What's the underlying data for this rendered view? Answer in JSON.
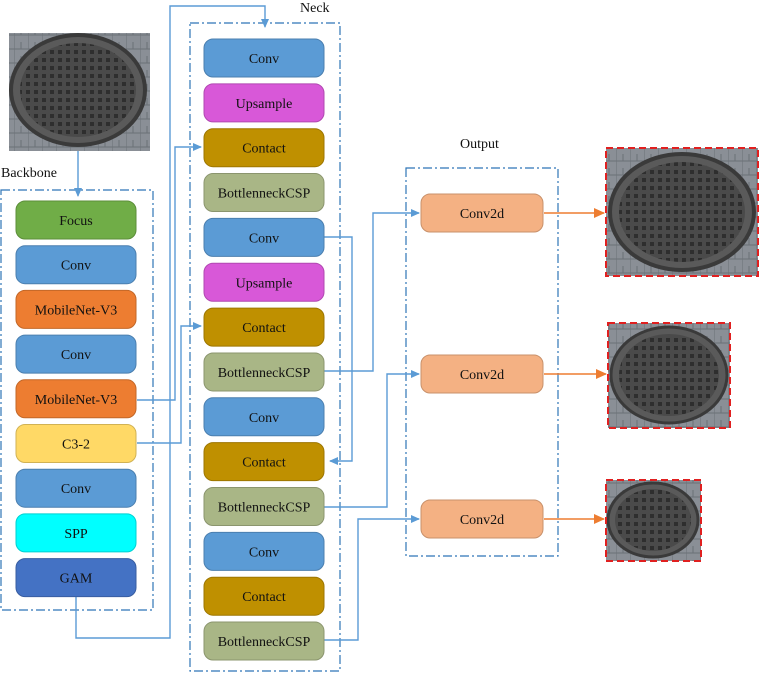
{
  "labels": {
    "backbone": "Backbone",
    "neck": "Neck",
    "output": "Output"
  },
  "backbone": {
    "items": [
      {
        "label": "Focus",
        "color": "#70ad47"
      },
      {
        "label": "Conv",
        "color": "#5b9bd5"
      },
      {
        "label": "MobileNet-V3",
        "color": "#ed7d31"
      },
      {
        "label": "Conv",
        "color": "#5b9bd5"
      },
      {
        "label": "MobileNet-V3",
        "color": "#ed7d31"
      },
      {
        "label": "C3-2",
        "color": "#ffd966"
      },
      {
        "label": "Conv",
        "color": "#5b9bd5"
      },
      {
        "label": "SPP",
        "color": "#00ffff"
      },
      {
        "label": "GAM",
        "color": "#4472c4"
      }
    ]
  },
  "neck": {
    "items": [
      {
        "label": "Conv",
        "color": "#5b9bd5"
      },
      {
        "label": "Upsample",
        "color": "#d858d8"
      },
      {
        "label": "Contact",
        "color": "#bf9000"
      },
      {
        "label": "BottlenneckCSP",
        "color": "#a9b686"
      },
      {
        "label": "Conv",
        "color": "#5b9bd5"
      },
      {
        "label": "Upsample",
        "color": "#d858d8"
      },
      {
        "label": "Contact",
        "color": "#bf9000"
      },
      {
        "label": "BottlenneckCSP",
        "color": "#a9b686"
      },
      {
        "label": "Conv",
        "color": "#5b9bd5"
      },
      {
        "label": "Contact",
        "color": "#bf9000"
      },
      {
        "label": "BottlenneckCSP",
        "color": "#a9b686"
      },
      {
        "label": "Conv",
        "color": "#5b9bd5"
      },
      {
        "label": "Contact",
        "color": "#bf9000"
      },
      {
        "label": "BottlenneckCSP",
        "color": "#a9b686"
      }
    ]
  },
  "output": {
    "items": [
      {
        "label": "Conv2d",
        "color": "#f4b183"
      },
      {
        "label": "Conv2d",
        "color": "#f4b183"
      },
      {
        "label": "Conv2d",
        "color": "#f4b183"
      }
    ]
  },
  "colors": {
    "connector": "#5b9bd5",
    "output_arrow": "#ed7d31",
    "section_border": "#2e75b6",
    "detection_border": "#e02020"
  }
}
